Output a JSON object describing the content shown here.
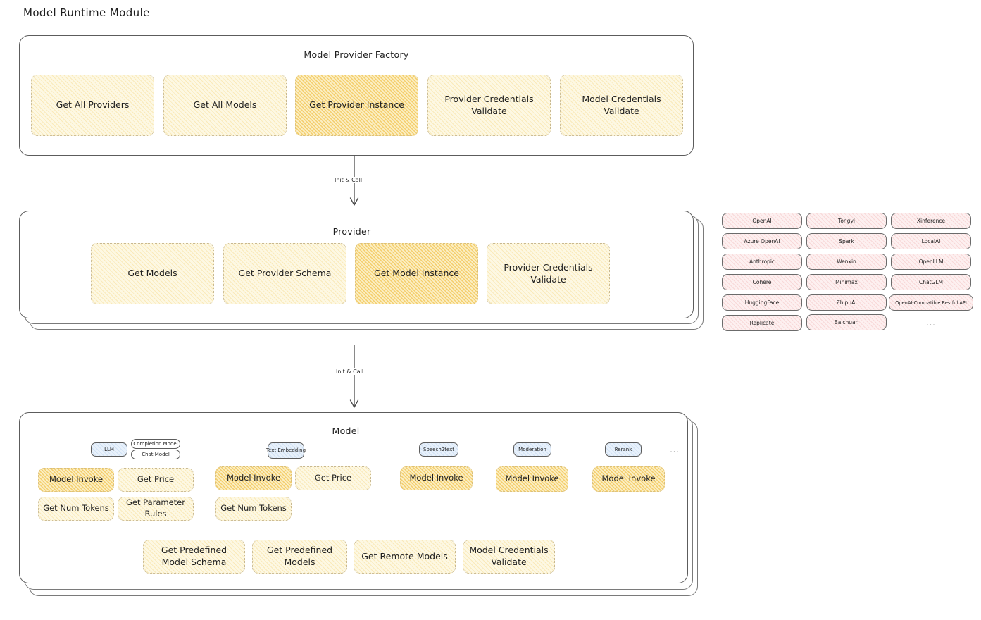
{
  "page": {
    "title": "Model Runtime Module"
  },
  "sections": {
    "factory": {
      "title": "Model Provider Factory",
      "nodes": [
        {
          "label": "Get All Providers",
          "highlight": false
        },
        {
          "label": "Get All Models",
          "highlight": false
        },
        {
          "label": "Get Provider Instance",
          "highlight": true
        },
        {
          "label": "Provider Credentials Validate",
          "highlight": false
        },
        {
          "label": "Model Credentials Validate",
          "highlight": false
        }
      ]
    },
    "provider": {
      "title": "Provider",
      "nodes": [
        {
          "label": "Get Models",
          "highlight": false
        },
        {
          "label": "Get Provider Schema",
          "highlight": false
        },
        {
          "label": "Get Model Instance",
          "highlight": true
        },
        {
          "label": "Provider Credentials Validate",
          "highlight": false
        }
      ]
    },
    "model": {
      "title": "Model",
      "groups": [
        {
          "badge": "LLM",
          "badge_style": "blue",
          "sub_badges": [
            "Completion Model",
            "Chat Model"
          ],
          "nodes": [
            {
              "label": "Model Invoke",
              "highlight": true
            },
            {
              "label": "Get Price",
              "highlight": false
            },
            {
              "label": "Get Num Tokens",
              "highlight": false
            },
            {
              "label": "Get Parameter Rules",
              "highlight": false
            }
          ]
        },
        {
          "badge": "Text Embedding",
          "badge_style": "blue",
          "sub_badges": [],
          "nodes": [
            {
              "label": "Model Invoke",
              "highlight": true
            },
            {
              "label": "Get Price",
              "highlight": false
            },
            {
              "label": "Get Num Tokens",
              "highlight": false
            }
          ]
        },
        {
          "badge": "Speech2text",
          "badge_style": "blue",
          "sub_badges": [],
          "nodes": [
            {
              "label": "Model Invoke",
              "highlight": true
            }
          ]
        },
        {
          "badge": "Moderation",
          "badge_style": "blue",
          "sub_badges": [],
          "nodes": [
            {
              "label": "Model Invoke",
              "highlight": true
            }
          ]
        },
        {
          "badge": "Rerank",
          "badge_style": "blue",
          "sub_badges": [],
          "nodes": [
            {
              "label": "Model Invoke",
              "highlight": true
            }
          ]
        }
      ],
      "more_mark": "...",
      "common_nodes": [
        {
          "label": "Get Predefined Model Schema",
          "highlight": false
        },
        {
          "label": "Get Predefined Models",
          "highlight": false
        },
        {
          "label": "Get Remote Models",
          "highlight": false
        },
        {
          "label": "Model Credentials Validate",
          "highlight": false
        }
      ]
    }
  },
  "arrows": [
    {
      "label": "Init & Call"
    },
    {
      "label": "Init & Call"
    }
  ],
  "provider_list": {
    "columns": [
      [
        "OpenAI",
        "Azure OpenAI",
        "Anthropic",
        "Cohere",
        "HuggingFace",
        "Replicate"
      ],
      [
        "Tongyi",
        "Spark",
        "Wenxin",
        "Minimax",
        "ZhipuAI",
        "Baichuan"
      ],
      [
        "Xinference",
        "LocalAI",
        "OpenLLM",
        "ChatGLM",
        "OpenAI-Compatible Restful API"
      ]
    ],
    "more_mark": "..."
  },
  "colors": {
    "highlight_fill": "#fbeec2",
    "light_fill": "#fdf8e3",
    "provider_pill_fill": "#fdf0f0",
    "badge_blue_fill": "#e8f1fb",
    "stroke": "#5c5c5c"
  }
}
